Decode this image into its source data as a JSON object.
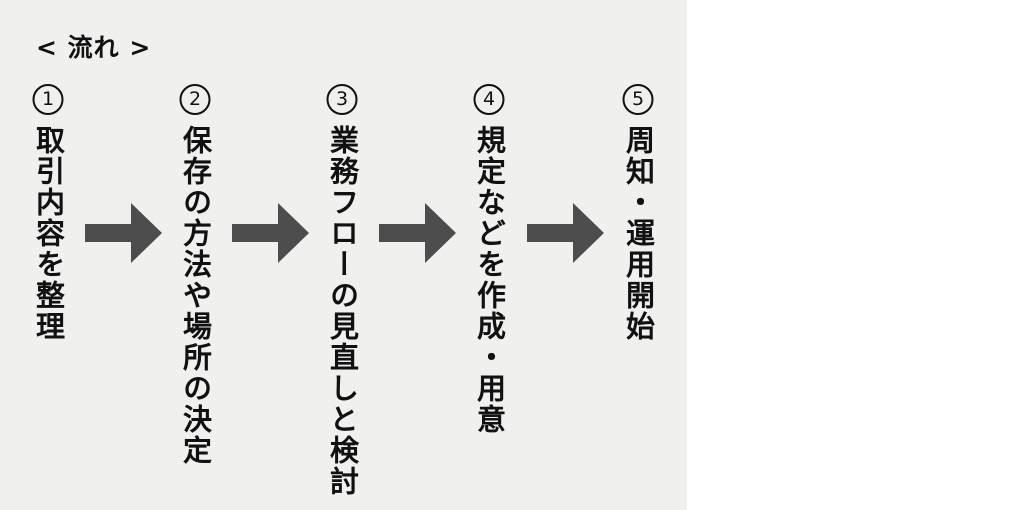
{
  "title": "< 流れ >",
  "colors": {
    "background_page": "#ffffff",
    "background_panel": "#f0f0ef",
    "arrow": "#4d4d4d",
    "text": "#111111"
  },
  "steps": [
    {
      "number": "1",
      "label": "取引内容を整理"
    },
    {
      "number": "2",
      "label": "保存の方法や場所の決定"
    },
    {
      "number": "3",
      "label": "業務フローの見直しと検討"
    },
    {
      "number": "4",
      "label": "規定などを作成・用意"
    },
    {
      "number": "5",
      "label": "周知・運用開始"
    }
  ]
}
